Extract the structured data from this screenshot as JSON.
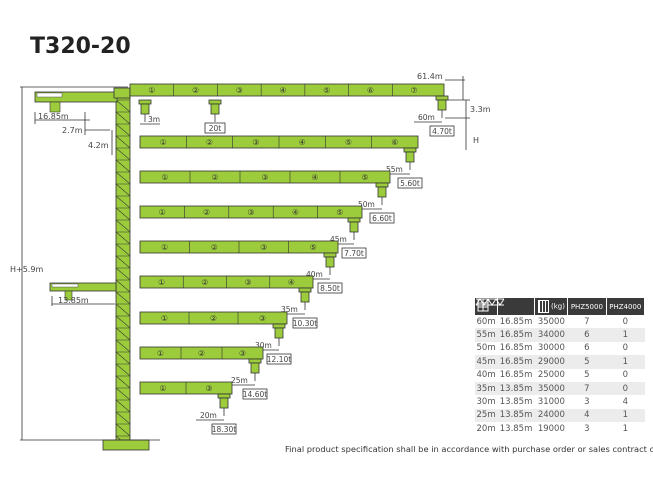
{
  "title": "T320-20",
  "dimensions": {
    "tip_radius": "61.4m",
    "head_height": "3.3m",
    "height_label": "H",
    "total_height": "H+5.9m",
    "counter_jib_long": "16.85m",
    "counter_jib_short": "13.85m",
    "cj_height": "2.7m",
    "cab_height": "4.2m",
    "min_radius": "3m",
    "max_load": "20t"
  },
  "jibs": [
    {
      "length": "60m",
      "load": "4.70t",
      "sections": [
        "①",
        "②",
        "③",
        "④",
        "⑤",
        "⑥",
        "⑦"
      ]
    },
    {
      "length": "55m",
      "load": "5.60t",
      "sections": [
        "①",
        "②",
        "③",
        "④",
        "⑤",
        "⑥"
      ]
    },
    {
      "length": "50m",
      "load": "6.60t",
      "sections": [
        "①",
        "②",
        "③",
        "④",
        "⑤"
      ]
    },
    {
      "length": "45m",
      "load": "7.70t",
      "sections": [
        "①",
        "②",
        "③",
        "④",
        "⑤"
      ]
    },
    {
      "length": "40m",
      "load": "8.50t",
      "sections": [
        "①",
        "②",
        "③",
        "⑤"
      ]
    },
    {
      "length": "35m",
      "load": "10.30t",
      "sections": [
        "①",
        "②",
        "③",
        "④"
      ]
    },
    {
      "length": "30m",
      "load": "12.10t",
      "sections": [
        "①",
        "②",
        "③"
      ]
    },
    {
      "length": "25m",
      "load": "14.60t",
      "sections": [
        "①",
        "②",
        "③"
      ]
    },
    {
      "length": "20m",
      "load": "18.30t",
      "sections": [
        "①",
        "③"
      ]
    }
  ],
  "table": {
    "headers": [
      "jib-icon",
      "counter-jib-icon",
      "(kg)",
      "PHZ5000",
      "PHZ4000"
    ],
    "rows": [
      [
        "60m",
        "16.85m",
        "35000",
        "7",
        "0"
      ],
      [
        "55m",
        "16.85m",
        "34000",
        "6",
        "1"
      ],
      [
        "50m",
        "16.85m",
        "30000",
        "6",
        "0"
      ],
      [
        "45m",
        "16.85m",
        "29000",
        "5",
        "1"
      ],
      [
        "40m",
        "16.85m",
        "25000",
        "5",
        "0"
      ],
      [
        "35m",
        "13.85m",
        "35000",
        "7",
        "0"
      ],
      [
        "30m",
        "13.85m",
        "31000",
        "3",
        "4"
      ],
      [
        "25m",
        "13.85m",
        "24000",
        "4",
        "1"
      ],
      [
        "20m",
        "13.85m",
        "19000",
        "3",
        "1"
      ]
    ]
  },
  "footer": "Final product specification shall be in accordance with purchase order or sales contract only",
  "colors": {
    "jib": "#9ccc3c",
    "outline": "#333333",
    "header": "#3a3a3a"
  }
}
